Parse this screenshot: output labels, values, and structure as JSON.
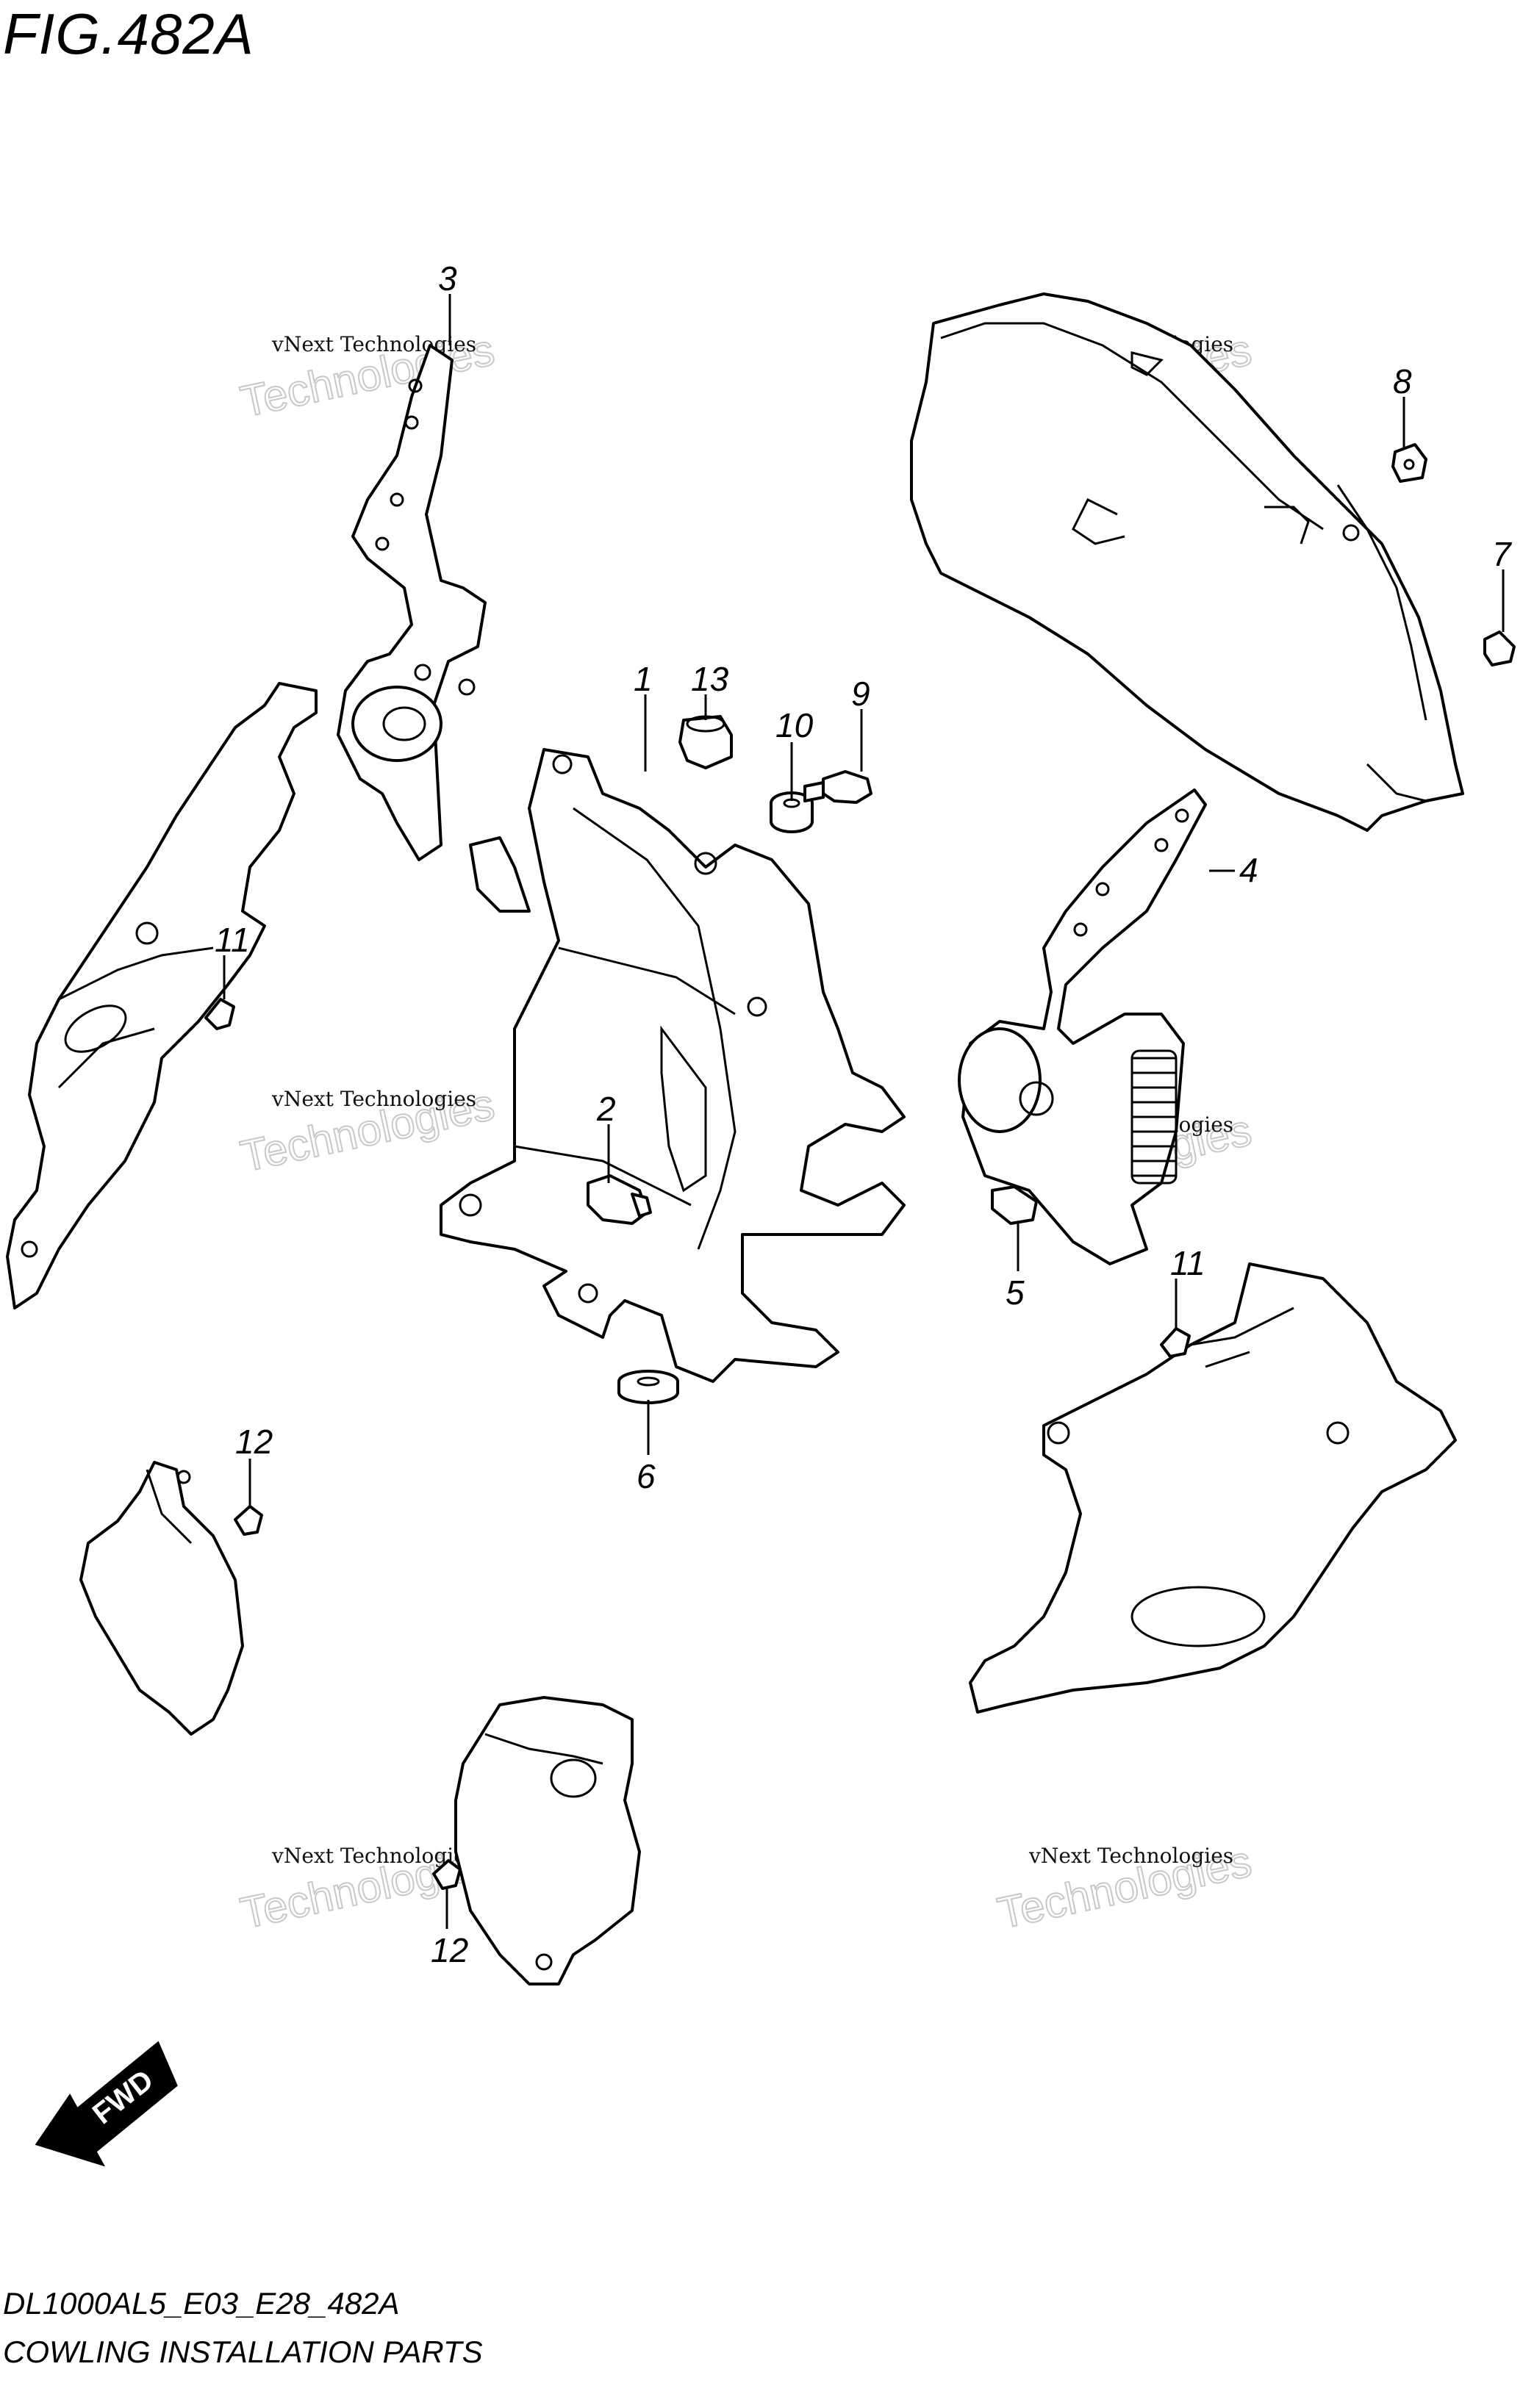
{
  "figure": {
    "title": "FIG.482A",
    "model_code": "DL1000AL5_E03_E28_482A",
    "section_name": "COWLING INSTALLATION PARTS"
  },
  "callouts": [
    {
      "ref": "1",
      "label": "1"
    },
    {
      "ref": "2",
      "label": "2"
    },
    {
      "ref": "3",
      "label": "3"
    },
    {
      "ref": "4",
      "label": "4"
    },
    {
      "ref": "5",
      "label": "5"
    },
    {
      "ref": "6",
      "label": "6"
    },
    {
      "ref": "7",
      "label": "7"
    },
    {
      "ref": "8",
      "label": "8"
    },
    {
      "ref": "9",
      "label": "9"
    },
    {
      "ref": "10",
      "label": "10"
    },
    {
      "ref": "11a",
      "label": "11"
    },
    {
      "ref": "11b",
      "label": "11"
    },
    {
      "ref": "12a",
      "label": "12"
    },
    {
      "ref": "12b",
      "label": "12"
    },
    {
      "ref": "13",
      "label": "13"
    }
  ],
  "watermark": {
    "line1": "vNext Technologies",
    "line2": "Technologies"
  },
  "direction_arrow": {
    "label": "FWD"
  }
}
